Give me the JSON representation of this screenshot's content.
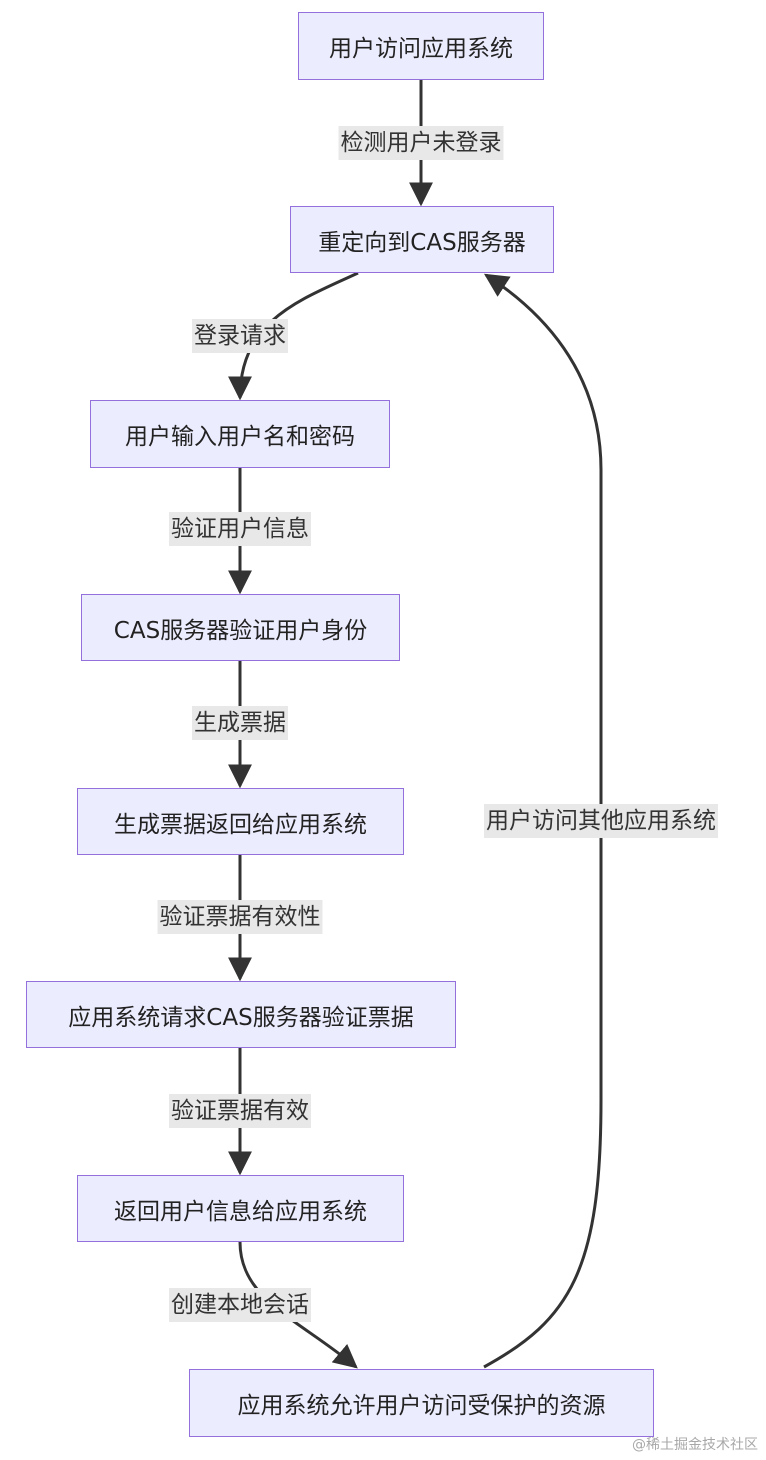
{
  "nodes": {
    "n1": "用户访问应用系统",
    "n2": "重定向到CAS服务器",
    "n3": "用户输入用户名和密码",
    "n4": "CAS服务器验证用户身份",
    "n5": "生成票据返回给应用系统",
    "n6": "应用系统请求CAS服务器验证票据",
    "n7": "返回用户信息给应用系统",
    "n8": "应用系统允许用户访问受保护的资源"
  },
  "edges": {
    "e1": "检测用户未登录",
    "e2": "登录请求",
    "e3": "验证用户信息",
    "e4": "生成票据",
    "e5": "验证票据有效性",
    "e6": "验证票据有效",
    "e7": "创建本地会话",
    "e8": "用户访问其他应用系统"
  },
  "watermark": "@稀土掘金技术社区",
  "colors": {
    "node_fill": "#ececff",
    "node_border": "#9370db",
    "edge_line": "#333333",
    "label_bg": "#e8e8e8"
  }
}
